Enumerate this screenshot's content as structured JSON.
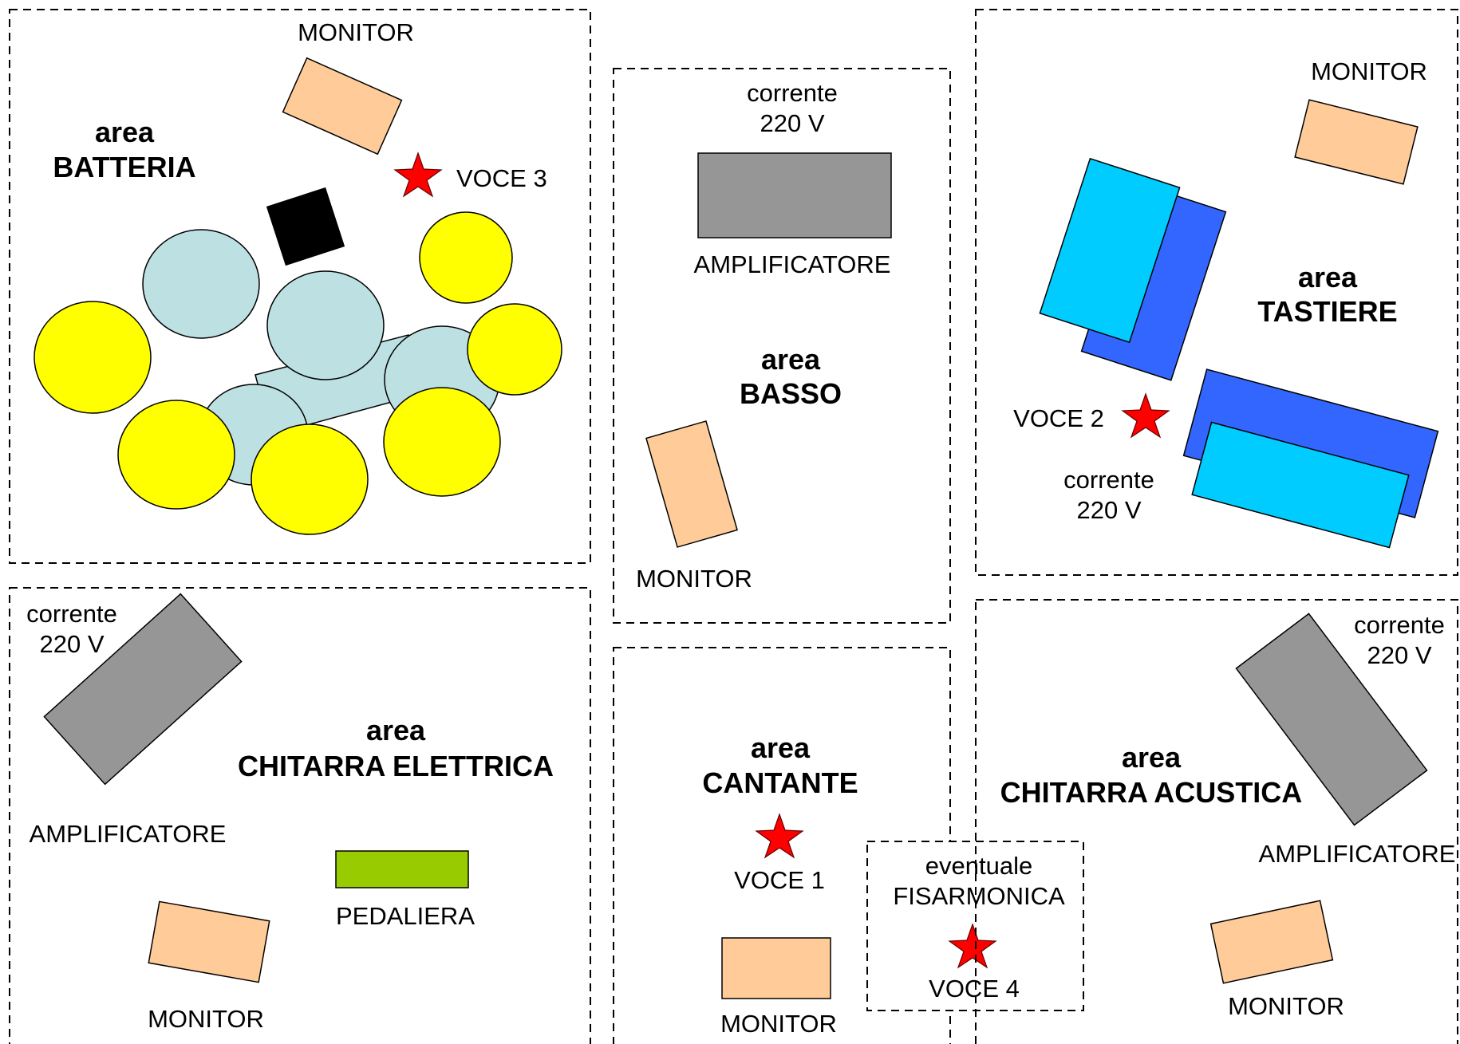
{
  "colors": {
    "monitor": "#ffcc99",
    "amplifier": "#969696",
    "cymbal": "#ffff00",
    "drum": "#bde0e3",
    "keyboard_back": "#3366ff",
    "keyboard_front": "#00ccff",
    "pedalboard": "#99cc00",
    "voice_star": "#ff0000"
  },
  "areas": {
    "batteria": {
      "title_1": "area",
      "title_2": "BATTERIA",
      "monitor": "MONITOR",
      "voice": "VOCE 3"
    },
    "basso": {
      "title_1": "area",
      "title_2": "BASSO",
      "power_1": "corrente",
      "power_2": "220 V",
      "amp": "AMPLIFICATORE",
      "monitor": "MONITOR"
    },
    "tastiere": {
      "title_1": "area",
      "title_2": "TASTIERE",
      "monitor": "MONITOR",
      "voice": "VOCE 2",
      "power_1": "corrente",
      "power_2": "220 V"
    },
    "chitarra_elettrica": {
      "title_1": "area",
      "title_2": "CHITARRA ELETTRICA",
      "power_1": "corrente",
      "power_2": "220 V",
      "amp": "AMPLIFICATORE",
      "pedal": "PEDALIERA",
      "monitor": "MONITOR"
    },
    "cantante": {
      "title_1": "area",
      "title_2": "CANTANTE",
      "voice": "VOCE 1",
      "monitor": "MONITOR"
    },
    "fisarmonica": {
      "line_1": "eventuale",
      "line_2": "FISARMONICA",
      "voice": "VOCE 4"
    },
    "chitarra_acustica": {
      "title_1": "area",
      "title_2": "CHITARRA ACUSTICA",
      "power_1": "corrente",
      "power_2": "220 V",
      "amp": "AMPLIFICATORE",
      "monitor": "MONITOR"
    }
  }
}
